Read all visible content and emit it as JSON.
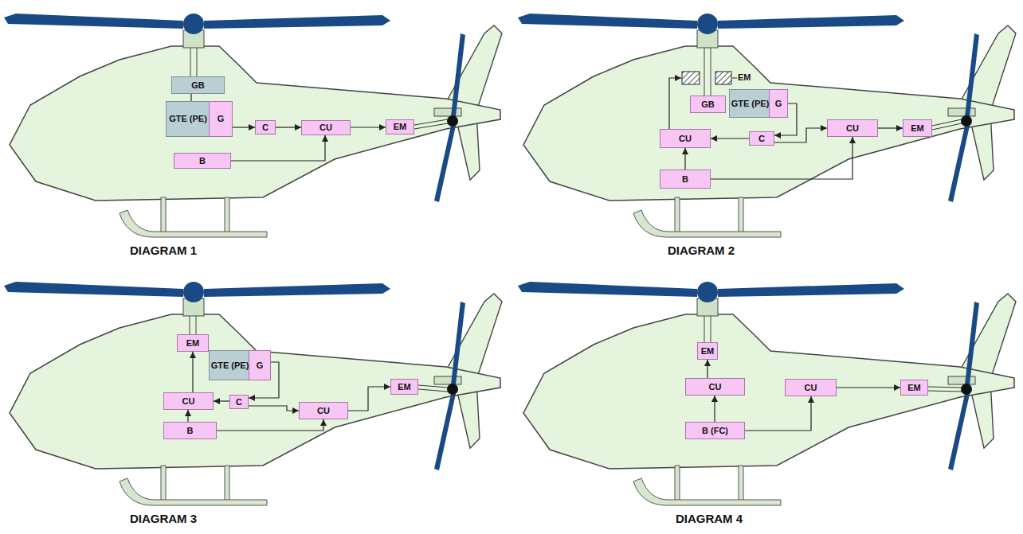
{
  "diagram": {
    "nodes": [
      {
        "text": [
          "GB"
        ]
      },
      {
        "text": [
          "GTE (PE)"
        ]
      },
      {
        "text": [
          "G"
        ]
      },
      {
        "text": [
          "C"
        ]
      },
      {
        "text": [
          "CU"
        ]
      },
      {
        "text": [
          "EM"
        ]
      },
      {
        "text": [
          "B"
        ]
      },
      {
        "text": [
          "GB"
        ]
      },
      {
        "text": [
          "GTE (PE)"
        ]
      },
      {
        "text": [
          "G"
        ]
      },
      {
        "text": [
          "C"
        ]
      },
      {
        "text": [
          "CU"
        ]
      },
      {
        "text": [
          "CU"
        ]
      },
      {
        "text": [
          "EM"
        ]
      },
      {
        "text": [
          "B"
        ]
      },
      {
        "text": [
          "EM"
        ]
      },
      {
        "text": [
          "GTE (PE)"
        ]
      },
      {
        "text": [
          "G"
        ]
      },
      {
        "text": [
          "C"
        ]
      },
      {
        "text": [
          "CU"
        ]
      },
      {
        "text": [
          "CU"
        ]
      },
      {
        "text": [
          "EM"
        ]
      },
      {
        "text": [
          "B"
        ]
      },
      {
        "text": [
          "EM"
        ]
      },
      {
        "text": [
          "CU"
        ]
      },
      {
        "text": [
          "CU"
        ]
      },
      {
        "text": [
          "EM"
        ]
      },
      {
        "text": [
          "B (FC)"
        ]
      }
    ],
    "edges": [
      {
        "from": 0,
        "to": 1,
        "arrow": "none"
      },
      {
        "from": 2,
        "to": 3,
        "arrow": "to"
      },
      {
        "from": 3,
        "to": 4,
        "arrow": "to"
      },
      {
        "from": 4,
        "to": 5,
        "arrow": "to"
      },
      {
        "from": 6,
        "to": 4,
        "arrow": "to"
      },
      {
        "from": 9,
        "to": 10,
        "arrow": "to"
      },
      {
        "from": 10,
        "to": 11,
        "arrow": "to"
      },
      {
        "from": 10,
        "to": 12,
        "arrow": "to"
      },
      {
        "from": 12,
        "to": 13,
        "arrow": "to"
      },
      {
        "from": 14,
        "to": 11,
        "arrow": "to"
      },
      {
        "from": 14,
        "to": 12,
        "arrow": "to"
      },
      {
        "from": 17,
        "to": 18,
        "arrow": "to"
      },
      {
        "from": 18,
        "to": 19,
        "arrow": "to"
      },
      {
        "from": 18,
        "to": 20,
        "arrow": "to"
      },
      {
        "from": 19,
        "to": 15,
        "arrow": "to"
      },
      {
        "from": 20,
        "to": 21,
        "arrow": "to"
      },
      {
        "from": 22,
        "to": 19,
        "arrow": "to"
      },
      {
        "from": 22,
        "to": 20,
        "arrow": "to"
      },
      {
        "from": 24,
        "to": 23,
        "arrow": "to"
      },
      {
        "from": 25,
        "to": 26,
        "arrow": "to"
      },
      {
        "from": 27,
        "to": 24,
        "arrow": "to"
      },
      {
        "from": 27,
        "to": 25,
        "arrow": "to"
      }
    ],
    "labels": [
      "EM",
      "DIAGRAM 1",
      "DIAGRAM 2",
      "DIAGRAM 3",
      "DIAGRAM 4"
    ]
  }
}
